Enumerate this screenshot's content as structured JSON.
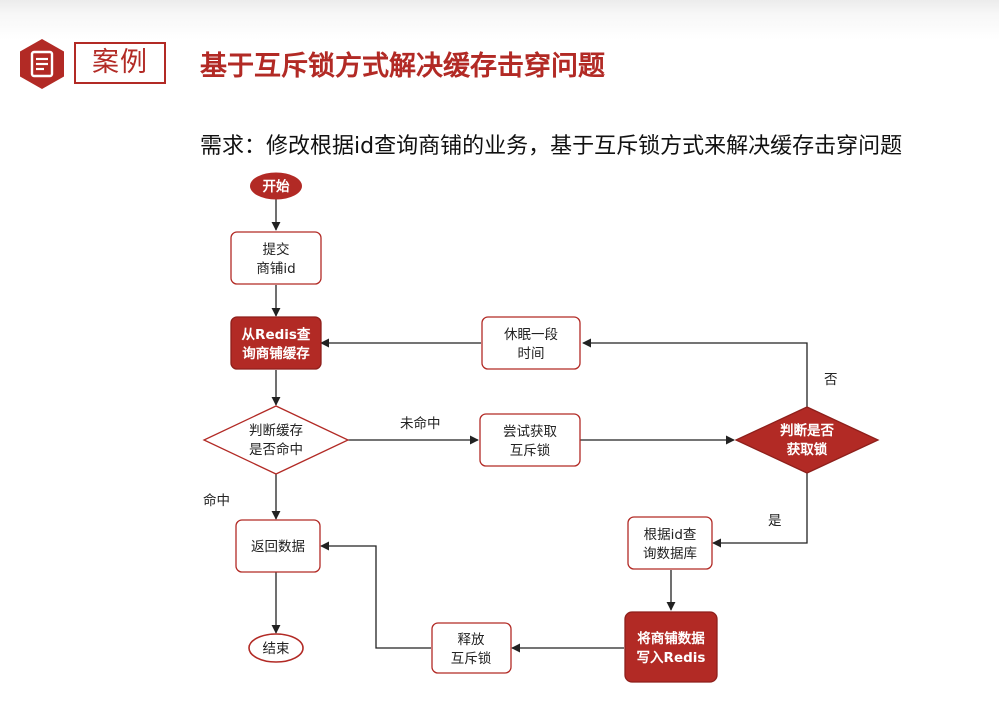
{
  "header": {
    "badge_label": "案例",
    "title": "基于互斥锁方式解决缓存击穿问题",
    "badge_icon": "document-icon",
    "accent_color": "#b22a25"
  },
  "requirement": {
    "text": "需求：修改根据id查询商铺的业务，基于互斥锁方式来解决缓存击穿问题"
  },
  "flowchart": {
    "nodes": {
      "start": {
        "lines": [
          "开始"
        ]
      },
      "submit_id": {
        "lines": [
          "提交",
          "商铺id"
        ]
      },
      "query_redis": {
        "lines": [
          "从Redis查",
          "询商铺缓存"
        ]
      },
      "check_cache": {
        "lines": [
          "判断缓存",
          "是否命中"
        ]
      },
      "sleep": {
        "lines": [
          "休眠一段",
          "时间"
        ]
      },
      "try_lock": {
        "lines": [
          "尝试获取",
          "互斥锁"
        ]
      },
      "check_lock": {
        "lines": [
          "判断是否",
          "获取锁"
        ]
      },
      "query_db": {
        "lines": [
          "根据id查",
          "询数据库"
        ]
      },
      "write_redis": {
        "lines": [
          "将商铺数据",
          "写入Redis"
        ]
      },
      "release_lock": {
        "lines": [
          "释放",
          "互斥锁"
        ]
      },
      "return_data": {
        "lines": [
          "返回数据"
        ]
      },
      "end": {
        "lines": [
          "结束"
        ]
      }
    },
    "edge_labels": {
      "miss": "未命中",
      "hit": "命中",
      "no": "否",
      "yes": "是"
    }
  }
}
